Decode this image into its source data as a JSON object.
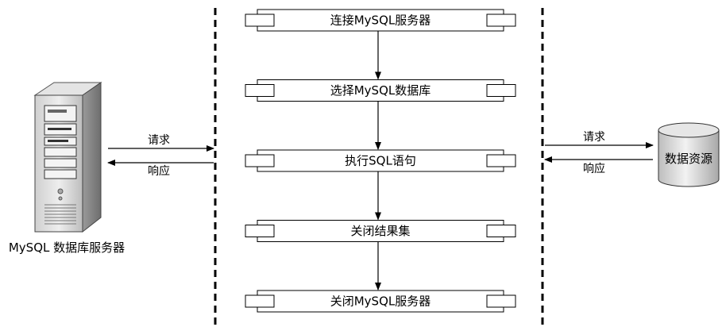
{
  "server": {
    "label": "MySQL 数据库服务器"
  },
  "left_link": {
    "request": "请求",
    "response": "响应"
  },
  "right_link": {
    "request": "请求",
    "response": "响应"
  },
  "datasource": {
    "label": "数据资源"
  },
  "steps": [
    {
      "label": "连接MySQL服务器"
    },
    {
      "label": "选择MySQL数据库"
    },
    {
      "label": "执行SQL语句"
    },
    {
      "label": "关闭结果集"
    },
    {
      "label": "关闭MySQL服务器"
    }
  ]
}
